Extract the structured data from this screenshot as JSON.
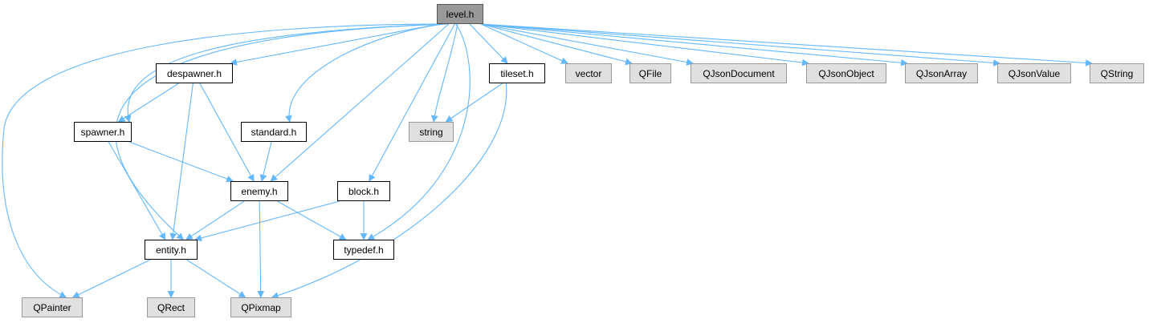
{
  "diagram": {
    "colors": {
      "edge": "#63b8ff",
      "root_fill": "#999999",
      "ext_fill": "#e0e0e0",
      "local_fill": "#ffffff"
    },
    "nodes": [
      {
        "id": "level",
        "label": "level.h",
        "kind": "root"
      },
      {
        "id": "despawner",
        "label": "despawner.h",
        "kind": "local"
      },
      {
        "id": "tileset",
        "label": "tileset.h",
        "kind": "local"
      },
      {
        "id": "vector",
        "label": "vector",
        "kind": "ext"
      },
      {
        "id": "qfile",
        "label": "QFile",
        "kind": "ext"
      },
      {
        "id": "qjsondocument",
        "label": "QJsonDocument",
        "kind": "ext"
      },
      {
        "id": "qjsonobject",
        "label": "QJsonObject",
        "kind": "ext"
      },
      {
        "id": "qjsonarray",
        "label": "QJsonArray",
        "kind": "ext"
      },
      {
        "id": "qjsonvalue",
        "label": "QJsonValue",
        "kind": "ext"
      },
      {
        "id": "qstring",
        "label": "QString",
        "kind": "ext"
      },
      {
        "id": "spawner",
        "label": "spawner.h",
        "kind": "local"
      },
      {
        "id": "standard",
        "label": "standard.h",
        "kind": "local"
      },
      {
        "id": "string",
        "label": "string",
        "kind": "ext"
      },
      {
        "id": "enemy",
        "label": "enemy.h",
        "kind": "local"
      },
      {
        "id": "block",
        "label": "block.h",
        "kind": "local"
      },
      {
        "id": "entity",
        "label": "entity.h",
        "kind": "local"
      },
      {
        "id": "typedef",
        "label": "typedef.h",
        "kind": "local"
      },
      {
        "id": "qpainter",
        "label": "QPainter",
        "kind": "ext"
      },
      {
        "id": "qrect",
        "label": "QRect",
        "kind": "ext"
      },
      {
        "id": "qpixmap",
        "label": "QPixmap",
        "kind": "ext"
      }
    ],
    "edges": [
      [
        "level",
        "despawner"
      ],
      [
        "level",
        "tileset"
      ],
      [
        "level",
        "vector"
      ],
      [
        "level",
        "qfile"
      ],
      [
        "level",
        "qjsondocument"
      ],
      [
        "level",
        "qjsonobject"
      ],
      [
        "level",
        "qjsonarray"
      ],
      [
        "level",
        "qjsonvalue"
      ],
      [
        "level",
        "qstring"
      ],
      [
        "level",
        "spawner"
      ],
      [
        "level",
        "standard"
      ],
      [
        "level",
        "string"
      ],
      [
        "level",
        "enemy"
      ],
      [
        "level",
        "block"
      ],
      [
        "level",
        "entity"
      ],
      [
        "level",
        "typedef"
      ],
      [
        "level",
        "qpainter"
      ],
      [
        "despawner",
        "spawner"
      ],
      [
        "despawner",
        "enemy"
      ],
      [
        "despawner",
        "entity"
      ],
      [
        "tileset",
        "string"
      ],
      [
        "tileset",
        "qpixmap"
      ],
      [
        "spawner",
        "enemy"
      ],
      [
        "spawner",
        "entity"
      ],
      [
        "standard",
        "enemy"
      ],
      [
        "enemy",
        "entity"
      ],
      [
        "enemy",
        "typedef"
      ],
      [
        "enemy",
        "qpixmap"
      ],
      [
        "block",
        "entity"
      ],
      [
        "block",
        "typedef"
      ],
      [
        "entity",
        "qpainter"
      ],
      [
        "entity",
        "qrect"
      ],
      [
        "entity",
        "qpixmap"
      ]
    ]
  }
}
